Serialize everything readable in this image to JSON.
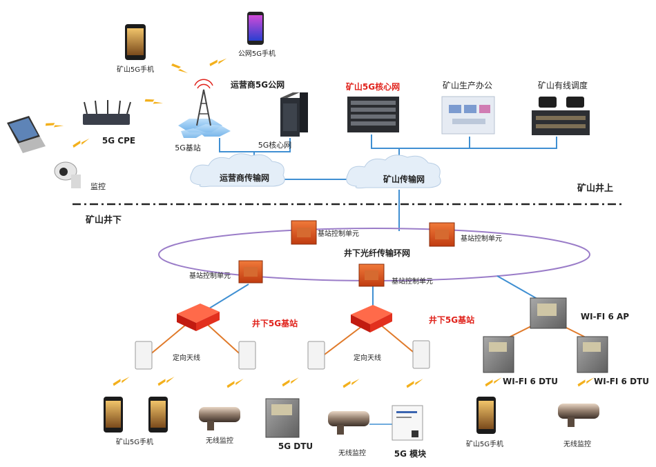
{
  "colors": {
    "link_blue": "#3f8fd2",
    "link_orange": "#e07a2a",
    "ring_purple": "#9a7cc8",
    "accent_red": "#e0221b",
    "lightning": "#f3b01c",
    "cloud_fill": "#e4eef8"
  },
  "above": {
    "section_label": "矿山井上",
    "phone_left_label": "矿山5G手机",
    "phone_top_label": "公网5G手机",
    "cpe_label": "5G CPE",
    "camera_label": "监控",
    "base_station_label": "5G基站",
    "operator_net_label": "运营商5G公网",
    "operator_core_label": "5G核心网",
    "mine_core_label": "矿山5G核心网",
    "office_label": "矿山生产办公",
    "dispatch_label": "矿山有线调度",
    "operator_cloud_label": "运营商传输网",
    "mine_cloud_label": "矿山传输网"
  },
  "below": {
    "section_label": "矿山井下",
    "ring_label": "井下光纤传输环网",
    "control_unit_labels": [
      "基站控制单元",
      "基站控制单元",
      "基站控制单元",
      "基站控制单元"
    ],
    "bs_left_label": "井下5G基站",
    "bs_mid_label": "井下5G基站",
    "antenna_left_label": "定向天线",
    "antenna_mid_label": "定向天线",
    "wifi_ap_label": "WI-FI 6  AP",
    "wifi_dtu_left_label": "WI-FI 6 DTU",
    "wifi_dtu_right_label": "WI-FI 6 DTU",
    "phone_a_label": "矿山5G手机",
    "camera_a_label": "无线监控",
    "dtu_label": "5G DTU",
    "camera_b_label": "无线监控",
    "module_label": "5G 模块",
    "phone_c_label": "矿山5G手机",
    "camera_c_label": "无线监控"
  }
}
